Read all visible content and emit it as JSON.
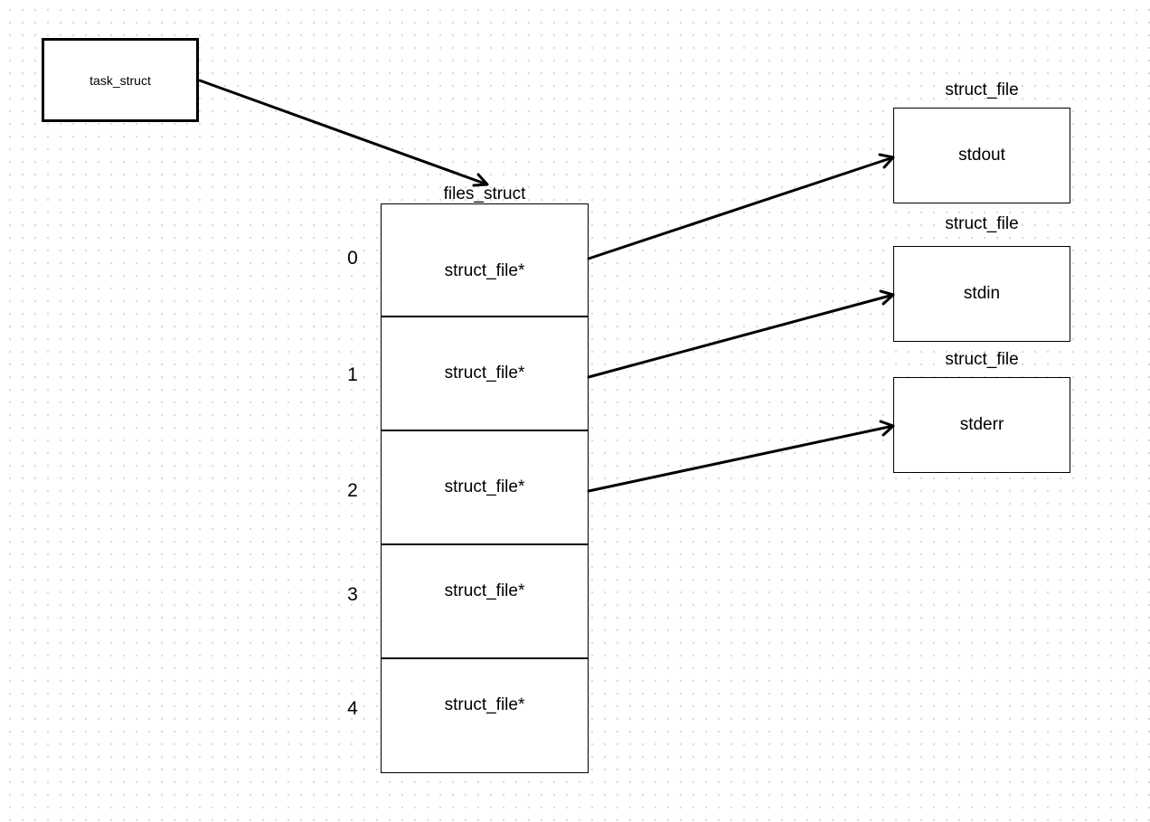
{
  "task": {
    "label": "task_struct"
  },
  "files_struct": {
    "title": "files_struct",
    "slots": [
      {
        "index": "0",
        "label": "struct_file*"
      },
      {
        "index": "1",
        "label": "struct_file*"
      },
      {
        "index": "2",
        "label": "struct_file*"
      },
      {
        "index": "3",
        "label": "struct_file*"
      },
      {
        "index": "4",
        "label": "struct_file*"
      }
    ]
  },
  "files": [
    {
      "title": "struct_file",
      "label": "stdout"
    },
    {
      "title": "struct_file",
      "label": "stdin"
    },
    {
      "title": "struct_file",
      "label": "stderr"
    }
  ],
  "colors": {
    "stroke": "#000000",
    "background": "#ffffff",
    "grid_dot": "#d9d9d9"
  }
}
